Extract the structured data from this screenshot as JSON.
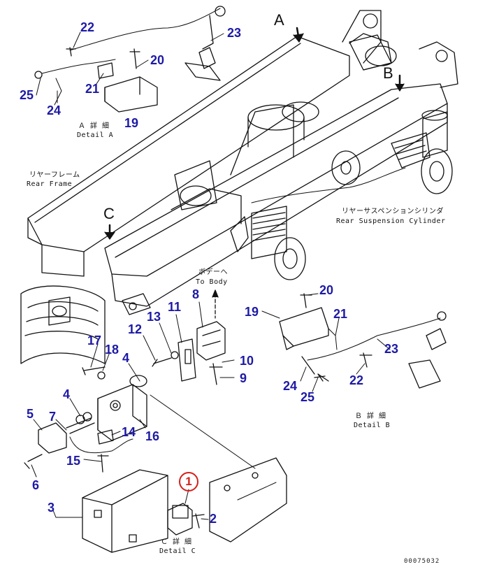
{
  "callouts": [
    "1",
    "2",
    "3",
    "4",
    "5",
    "6",
    "7",
    "8",
    "9",
    "10",
    "11",
    "12",
    "13",
    "14",
    "15",
    "16",
    "17",
    "18",
    "19",
    "20",
    "21",
    "22",
    "23",
    "24",
    "25"
  ],
  "top_left_detail": {
    "n22": "22",
    "n23": "23",
    "n20": "20",
    "n21": "21",
    "n25": "25",
    "n24": "24",
    "n19": "19",
    "caption_jp": "Ａ 詳 細",
    "caption_en": "Detail A"
  },
  "rear_frame": {
    "jp": "リヤーフレーム",
    "en": "Rear Frame"
  },
  "rear_suspension": {
    "jp": "リヤーサスペンションシリンダ",
    "en": "Rear Suspension Cylinder"
  },
  "view_letters": {
    "a": "A",
    "b": "B",
    "c": "C"
  },
  "to_body": {
    "jp": "ボデーへ",
    "en": "To Body"
  },
  "mid_parts": {
    "n8": "8",
    "n11": "11",
    "n13": "13",
    "n12": "12",
    "n10": "10",
    "n9": "9",
    "n17": "17",
    "n18": "18",
    "n4a": "4",
    "n4b": "4",
    "n5": "5",
    "n7": "7",
    "n14": "14",
    "n16": "16",
    "n15": "15",
    "n6": "6",
    "n3": "3",
    "n2": "2"
  },
  "detail_b_parts": {
    "n19": "19",
    "n20": "20",
    "n21": "21",
    "n23": "23",
    "n22": "22",
    "n24": "24",
    "n25": "25",
    "caption_jp": "Ｂ 詳 細",
    "caption_en": "Detail B"
  },
  "detail_c": {
    "caption_jp": "Ｃ 詳 細",
    "caption_en": "Detail C",
    "highlight": "1"
  },
  "drawing_code": "00075032",
  "colors": {
    "callout": "#1d1aa5",
    "highlight": "#d4201a",
    "line": "#111111"
  }
}
